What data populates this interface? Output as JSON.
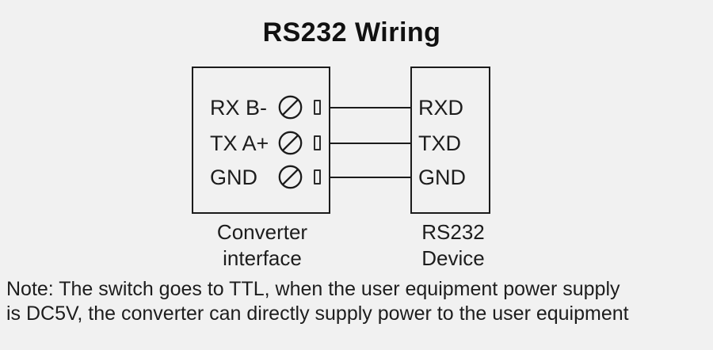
{
  "title": "RS232 Wiring",
  "diagram": {
    "converter": {
      "pins": [
        {
          "label": "RX B-"
        },
        {
          "label": "TX A+"
        },
        {
          "label": "GND"
        }
      ],
      "caption": {
        "line1": "Converter",
        "line2": "interface"
      }
    },
    "device": {
      "pins": [
        {
          "label": "RXD"
        },
        {
          "label": "TXD"
        },
        {
          "label": "GND"
        }
      ],
      "caption": {
        "line1": "RS232",
        "line2": "Device"
      }
    }
  },
  "note": {
    "line1": "Note: The switch goes to TTL, when the user equipment power supply",
    "line2": "is DC5V, the converter can directly supply power to the user equipment"
  },
  "icons": {
    "screw_terminal": "circle-with-diagonal-slash",
    "terminal_slot": "small-rectangle-outline"
  },
  "colors": {
    "background": "#f1f1f1",
    "stroke": "#1b1b1b",
    "text": "#1d1d1d"
  }
}
